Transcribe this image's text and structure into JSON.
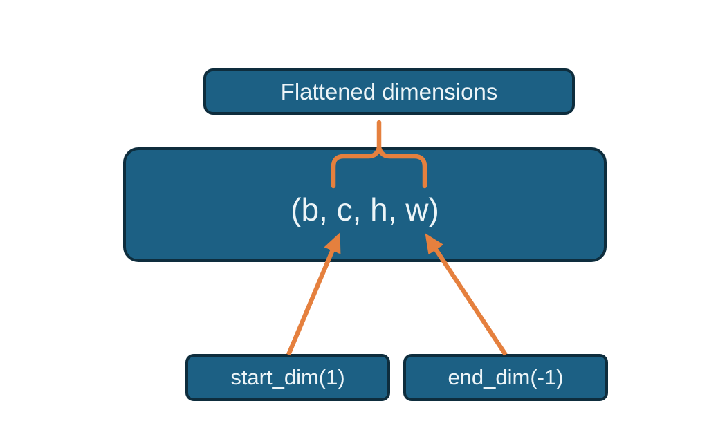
{
  "diagram": {
    "title_box": {
      "label": "Flattened dimensions"
    },
    "shape_box": {
      "label": "(b, c, h, w)"
    },
    "start_dim_box": {
      "label": "start_dim(1)"
    },
    "end_dim_box": {
      "label": "end_dim(-1)"
    }
  },
  "colors": {
    "box_fill": "#1c6084",
    "box_border": "#0e2d3d",
    "connector": "#e5803e",
    "text": "#edf5f8",
    "background": "#ffffff"
  }
}
